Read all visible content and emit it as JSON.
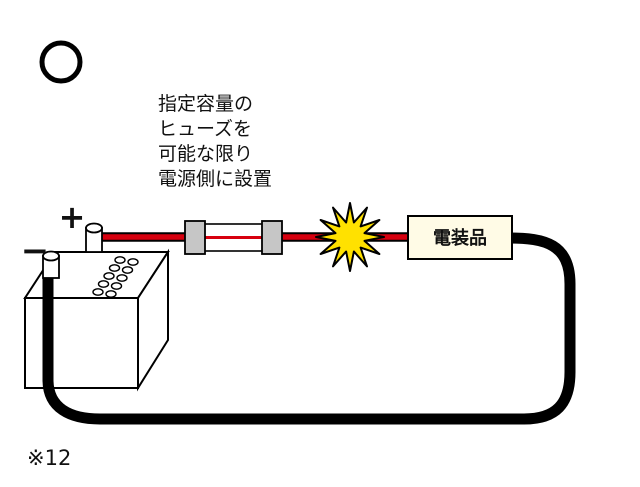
{
  "figure": {
    "marker": {
      "shape": "circle-ok-mark"
    },
    "caption_lines": [
      "指定容量の",
      "ヒューズを",
      "可能な限り",
      "電源側に設置"
    ],
    "battery": {
      "plus": "+",
      "minus": "−"
    },
    "device_label": "電装品",
    "footnote": "※12",
    "colors": {
      "wire": "#d7000f",
      "wire_outline": "#000000",
      "spark": "#ffe100",
      "device_fill": "#fffbe6",
      "fuse_cap": "#c6c6c6",
      "plus": "#e60012",
      "ink": "#000000"
    }
  }
}
